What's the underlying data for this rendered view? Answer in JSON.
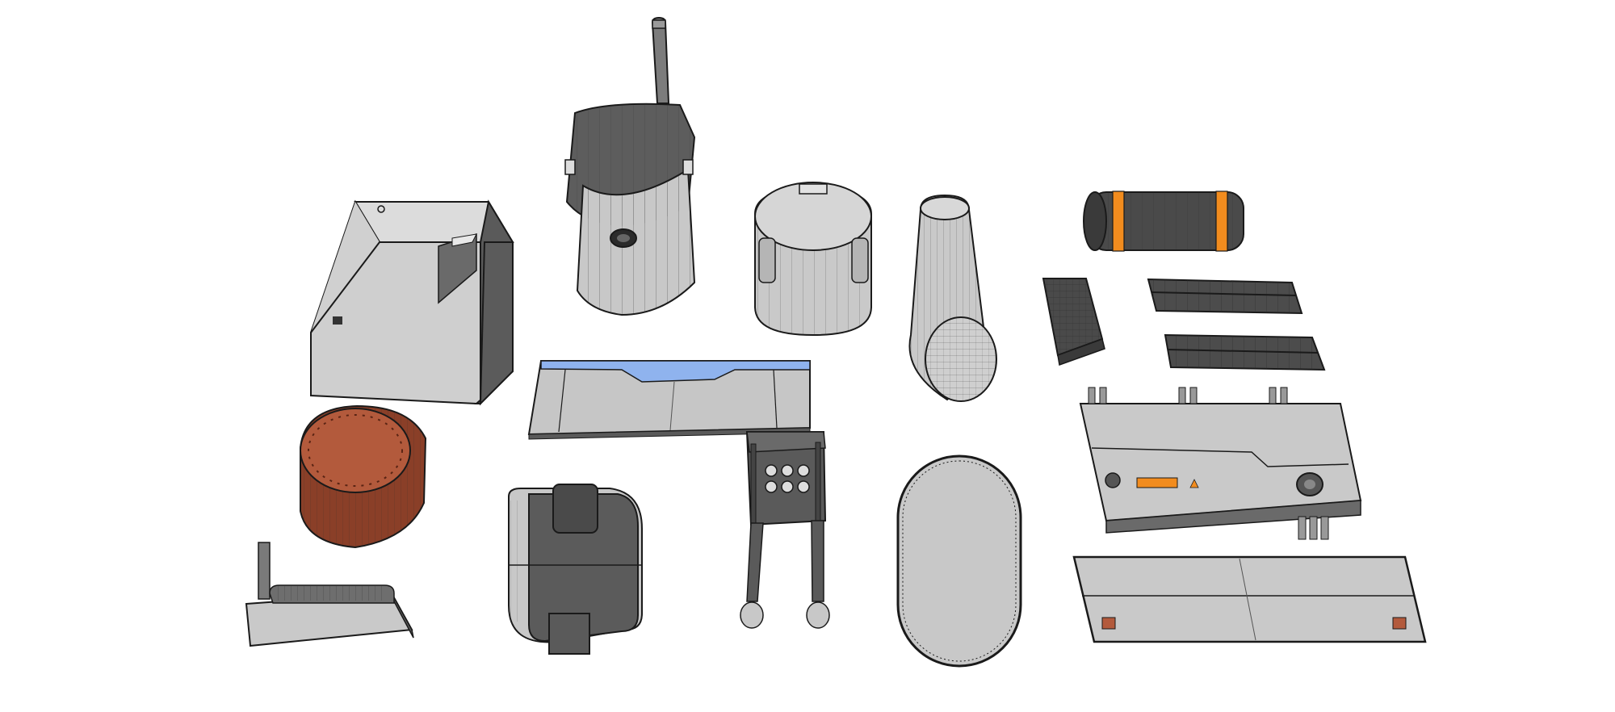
{
  "scene": {
    "background": "#ffffff",
    "palette": {
      "light": "#c9c9c9",
      "lightTop": "#d8d8d8",
      "mid": "#8f8f8f",
      "dark": "#5a5a5a",
      "darker": "#3f3f3f",
      "edge": "#1a1a1a",
      "copper": "#b35a3c",
      "copperDark": "#8a3f28",
      "orange": "#f28c1e",
      "blue": "#8fb3ee"
    },
    "objects": [
      {
        "id": "white-box-tank"
      },
      {
        "id": "tall-tank-with-pipe"
      },
      {
        "id": "drum-canister"
      },
      {
        "id": "vertical-cylinder-dome"
      },
      {
        "id": "orange-banded-cylinder"
      },
      {
        "id": "small-grille-block"
      },
      {
        "id": "grille-panel-upper"
      },
      {
        "id": "grille-panel-lower"
      },
      {
        "id": "blue-top-tray-panel"
      },
      {
        "id": "copper-drum"
      },
      {
        "id": "dark-block-pack"
      },
      {
        "id": "twin-leg-bracket"
      },
      {
        "id": "oval-flat-panel"
      },
      {
        "id": "control-panel-unit"
      },
      {
        "id": "long-flat-tray"
      },
      {
        "id": "pipe-on-plate"
      }
    ]
  }
}
